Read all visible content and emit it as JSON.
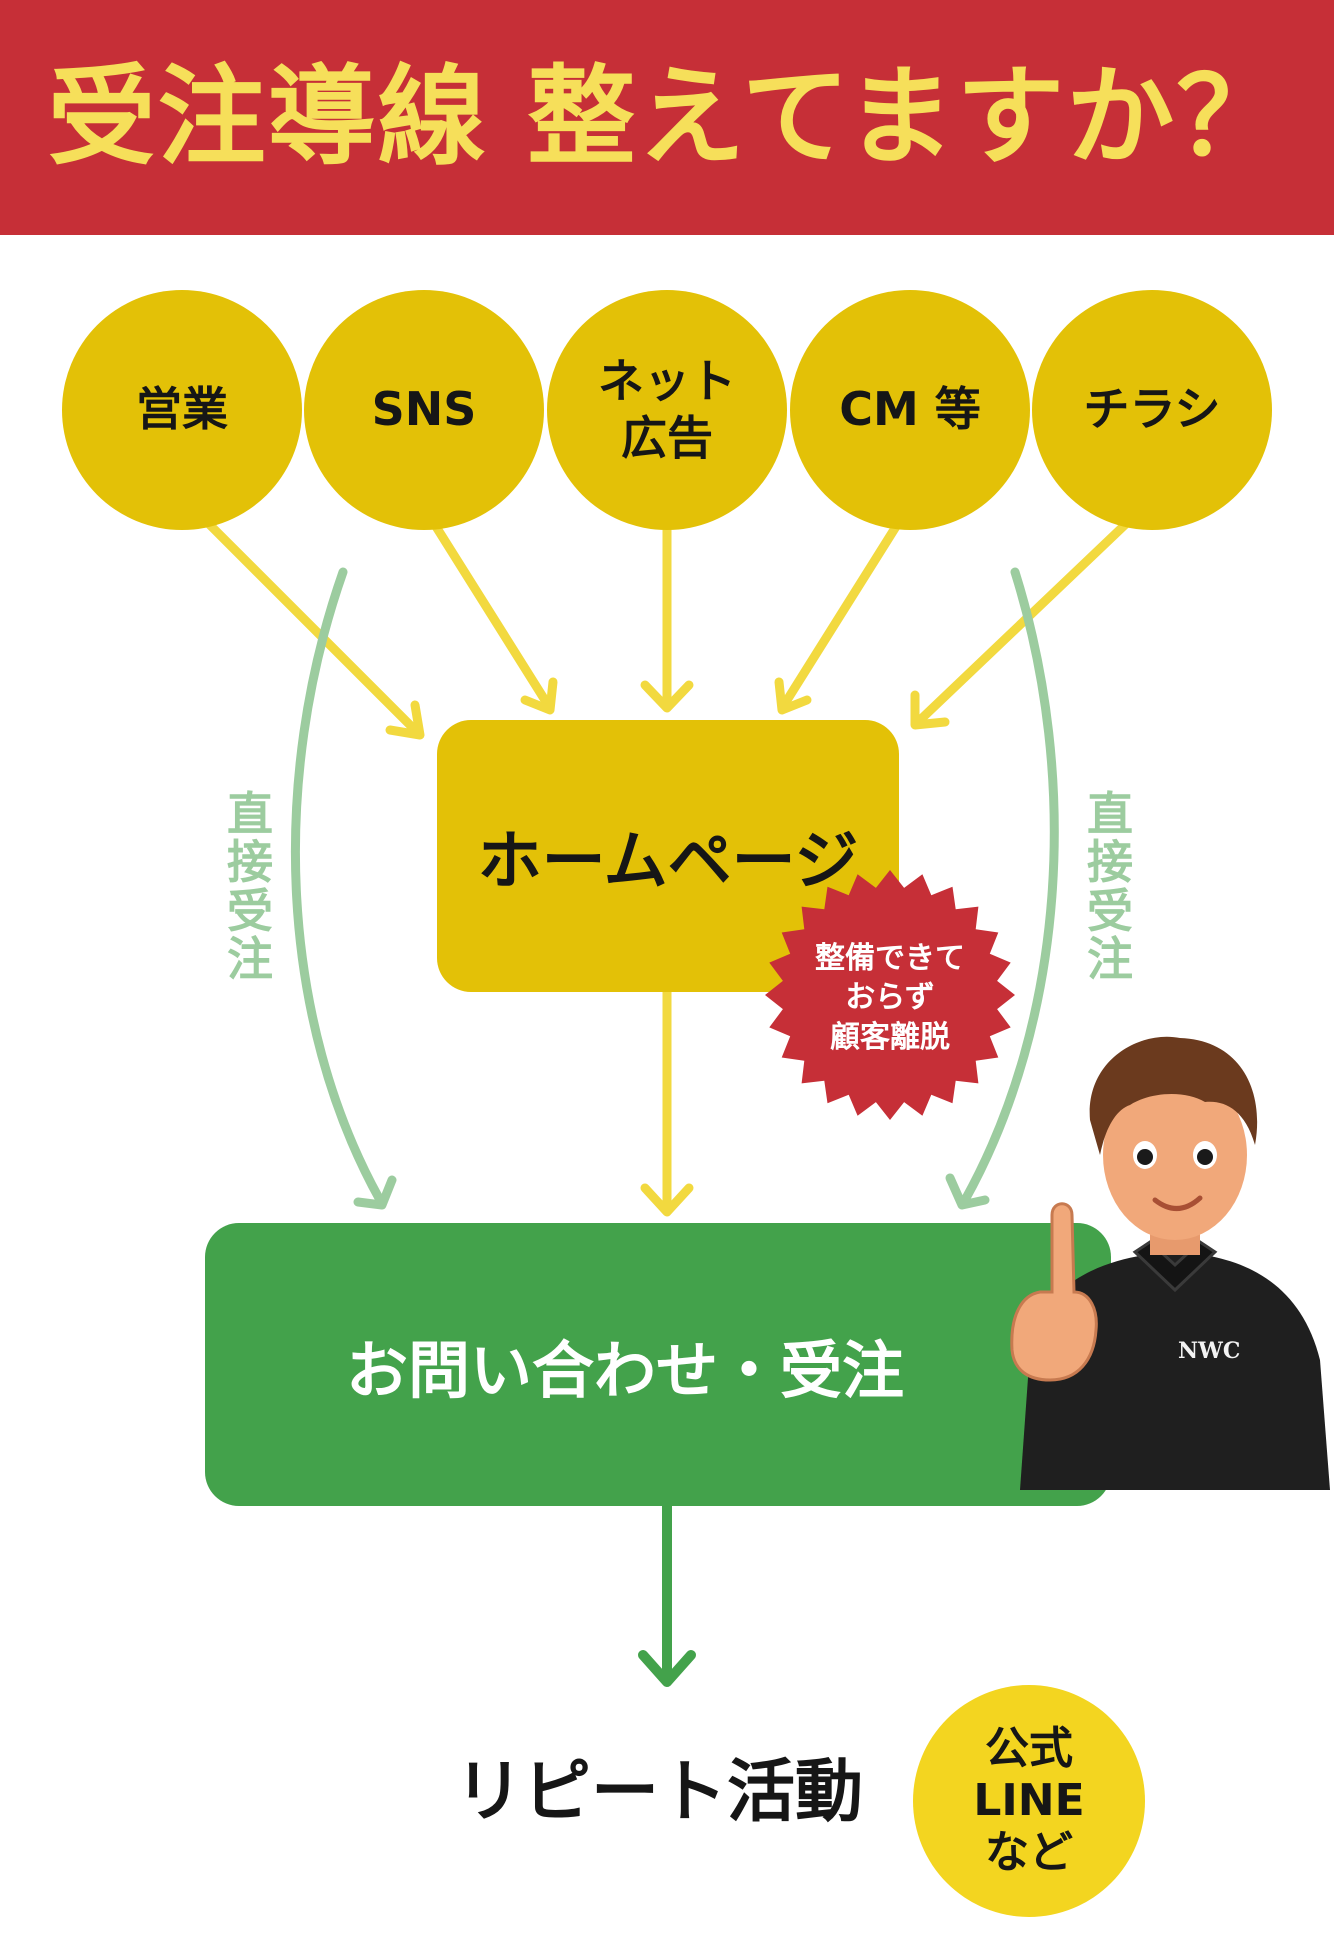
{
  "banner": {
    "title": "受注導線 整えてますか？"
  },
  "sources": [
    {
      "label": "営業"
    },
    {
      "label": "SNS"
    },
    {
      "label": "ネット\n広告"
    },
    {
      "label": "CM 等"
    },
    {
      "label": "チラシ"
    }
  ],
  "homepage": {
    "label": "ホームページ"
  },
  "badge": {
    "label": "整備できて\nおらず\n顧客離脱"
  },
  "direct_left": {
    "chars": [
      "直",
      "接",
      "受",
      "注"
    ]
  },
  "direct_right": {
    "chars": [
      "直",
      "接",
      "受",
      "注"
    ]
  },
  "order": {
    "label": "お問い合わせ・受注"
  },
  "repeat": {
    "label": "リピート活動"
  },
  "line_circle": {
    "label": "公式\nLINE\nなど"
  },
  "character": {
    "shirt_logo": "NWC"
  },
  "colors": {
    "banner_red": "#c62f37",
    "banner_text": "#f6df5a",
    "node_gold": "#e3c107",
    "arrow_yellow": "#f2d93f",
    "order_green": "#43a24b",
    "direct_arrow_green": "#9ccc9f",
    "badge_red": "#c62f37",
    "line_circle_yellow": "#f3d520"
  }
}
